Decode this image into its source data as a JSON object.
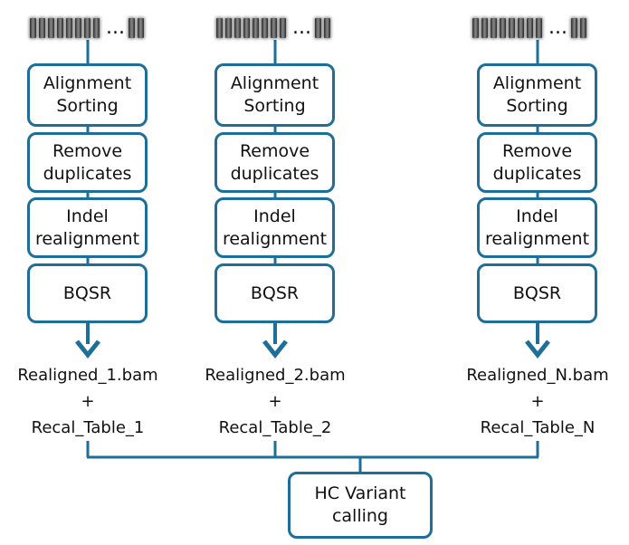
{
  "columns": [
    {
      "steps": [
        "Alignment\nSorting",
        "Remove\nduplicates",
        "Indel\nrealignment",
        "BQSR"
      ],
      "output": {
        "bam": "Realigned_1.bam",
        "plus": "+",
        "table": "Recal_Table_1"
      }
    },
    {
      "steps": [
        "Alignment\nSorting",
        "Remove\nduplicates",
        "Indel\nrealignment",
        "BQSR"
      ],
      "output": {
        "bam": "Realigned_2.bam",
        "plus": "+",
        "table": "Recal_Table_2"
      }
    },
    {
      "steps": [
        "Alignment\nSorting",
        "Remove\nduplicates",
        "Indel\nrealignment",
        "BQSR"
      ],
      "output": {
        "bam": "Realigned_N.bam",
        "plus": "+",
        "table": "Recal_Table_N"
      }
    }
  ],
  "reads_ellipsis": "...",
  "final_step": "HC Variant\ncalling",
  "colors": {
    "box_border": "#1d6f99",
    "arrow": "#1d6f99",
    "line": "#1d6f99"
  }
}
